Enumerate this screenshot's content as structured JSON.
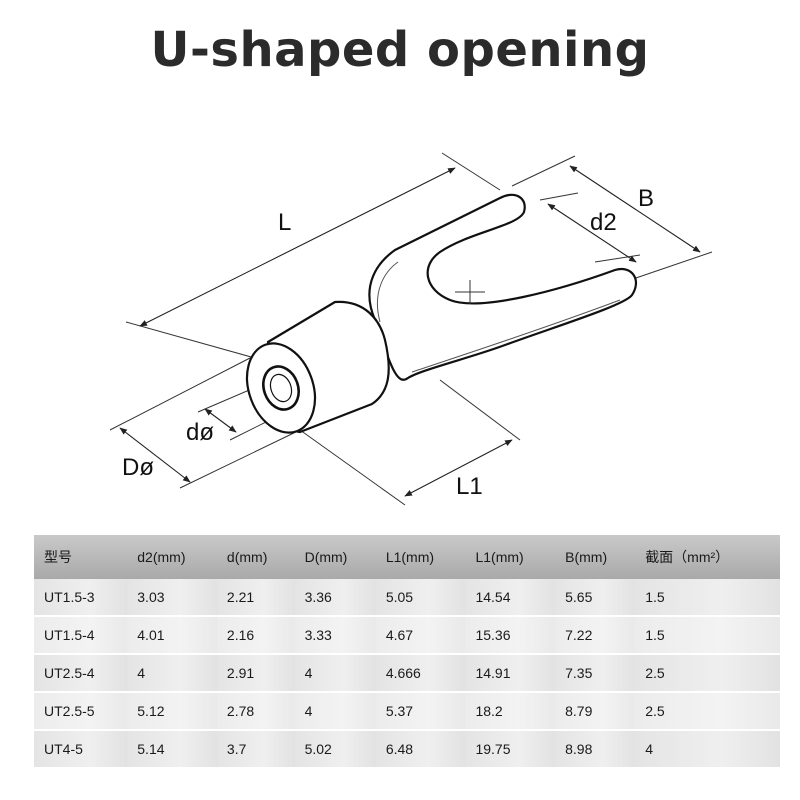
{
  "title": "U-shaped opening",
  "diagram": {
    "label_L": "L",
    "label_B": "B",
    "label_d2": "d2",
    "label_d": "dø",
    "label_D": "Dø",
    "label_L1": "L1"
  },
  "table": {
    "headers": [
      "型号",
      "d2(mm)",
      "d(mm)",
      "D(mm)",
      "L1(mm)",
      "L1(mm)",
      "B(mm)",
      "截面（mm²）"
    ],
    "rows": [
      [
        "UT1.5-3",
        "3.03",
        "2.21",
        "3.36",
        "5.05",
        "14.54",
        "5.65",
        "1.5"
      ],
      [
        "UT1.5-4",
        "4.01",
        "2.16",
        "3.33",
        "4.67",
        "15.36",
        "7.22",
        "1.5"
      ],
      [
        "UT2.5-4",
        "4",
        "2.91",
        "4",
        "4.666",
        "14.91",
        "7.35",
        "2.5"
      ],
      [
        "UT2.5-5",
        "5.12",
        "2.78",
        "4",
        "5.37",
        "18.2",
        "8.79",
        "2.5"
      ],
      [
        "UT4-5",
        "5.14",
        "3.7",
        "5.02",
        "6.48",
        "19.75",
        "8.98",
        "4"
      ]
    ]
  }
}
